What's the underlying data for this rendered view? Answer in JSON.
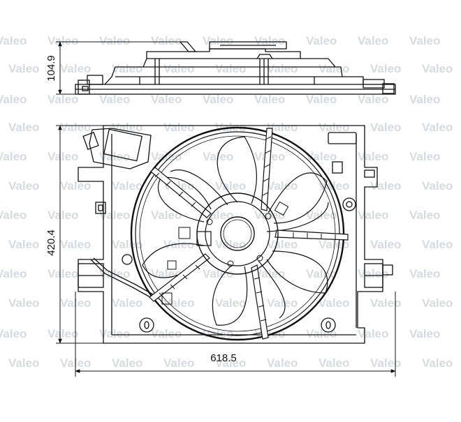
{
  "watermark": {
    "text": "Valeo",
    "color": "#d6dbe1"
  },
  "dimensions": {
    "height_top": "104.9",
    "height_main": "420.4",
    "width": "618.5"
  },
  "colors": {
    "line": "#111111",
    "background": "#ffffff"
  }
}
